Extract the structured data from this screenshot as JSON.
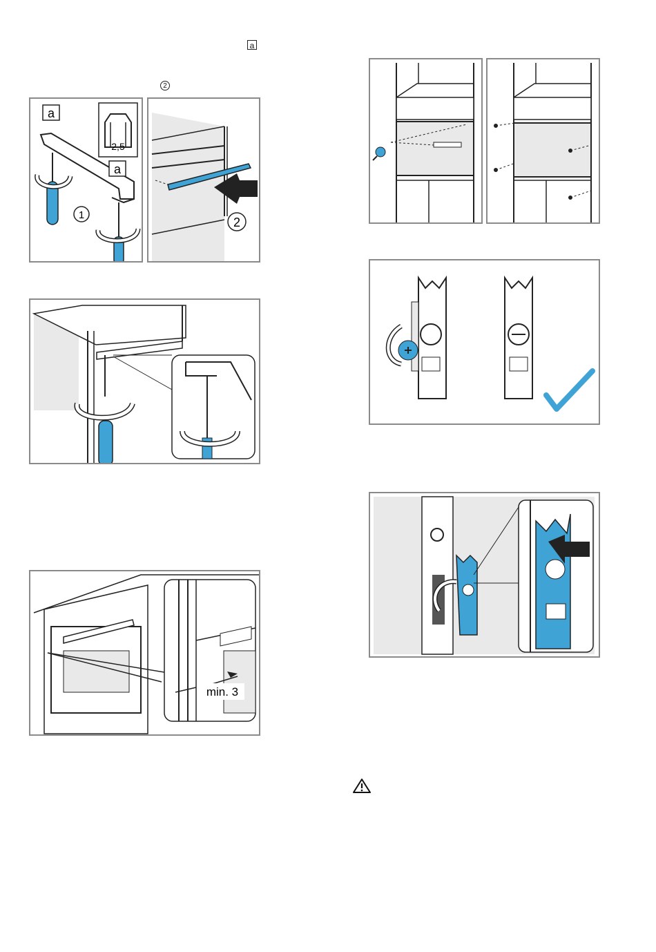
{
  "header": {
    "callout_a": "a",
    "callout_2": "2"
  },
  "fig1": {
    "label_a_top": "a",
    "label_a_mid": "a",
    "bit_size": "2,5",
    "step_1": "1",
    "step_2": "2"
  },
  "fig5": {
    "gap_label": "min. 3"
  },
  "colors": {
    "accent_blue": "#3fa3d6",
    "frame_gray": "#8a8a8a",
    "panel_fill": "#e9e9ea"
  },
  "icons": {
    "warning": "warning-icon",
    "checkmark": "checkmark-icon"
  }
}
